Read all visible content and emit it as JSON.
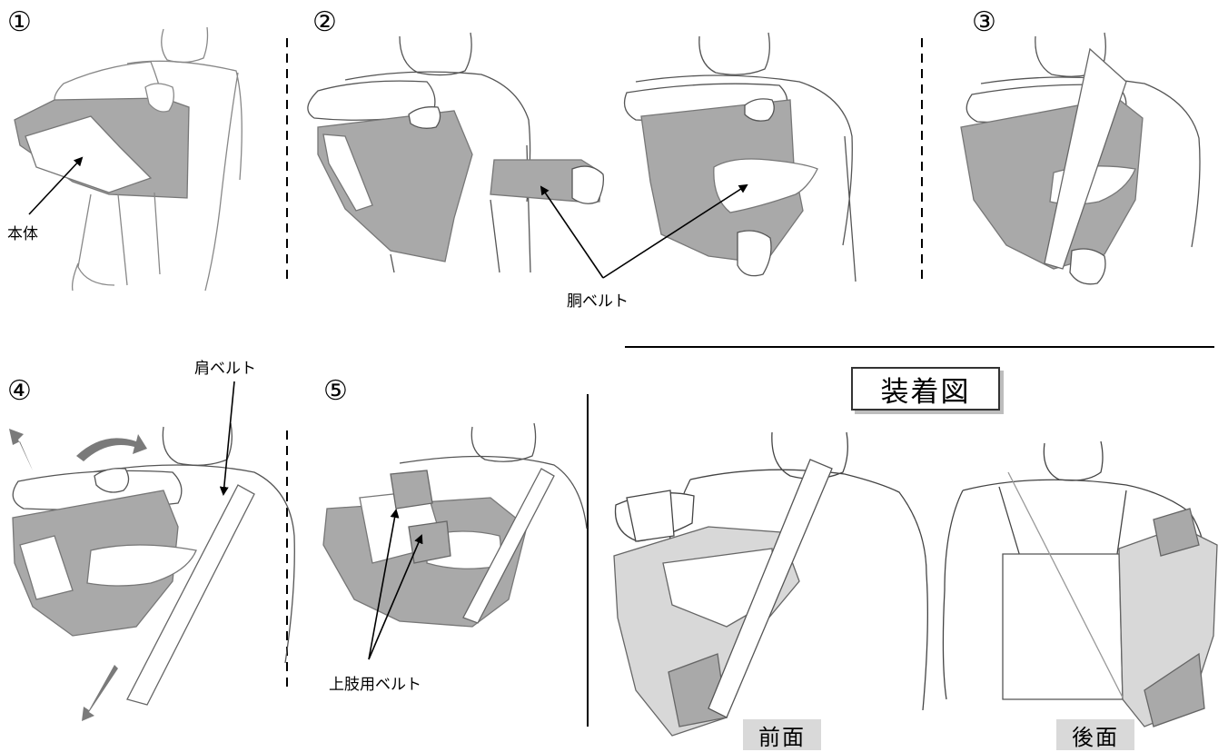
{
  "steps": {
    "s1": "①",
    "s2": "②",
    "s3": "③",
    "s4": "④",
    "s5": "⑤"
  },
  "labels": {
    "body": "本体",
    "waist_belt": "胴ベルト",
    "shoulder_belt": "肩ベルト",
    "upper_limb_belt": "上肢用ベルト"
  },
  "worn_section": {
    "title": "装着図",
    "front": "前面",
    "back": "後面"
  },
  "colors": {
    "sling_gray": "#a9a9a9",
    "sling_light": "#d8d8d8",
    "line": "#555555",
    "label_fill": "#d9d9d9",
    "arrow_gray": "#7a7a7a"
  }
}
